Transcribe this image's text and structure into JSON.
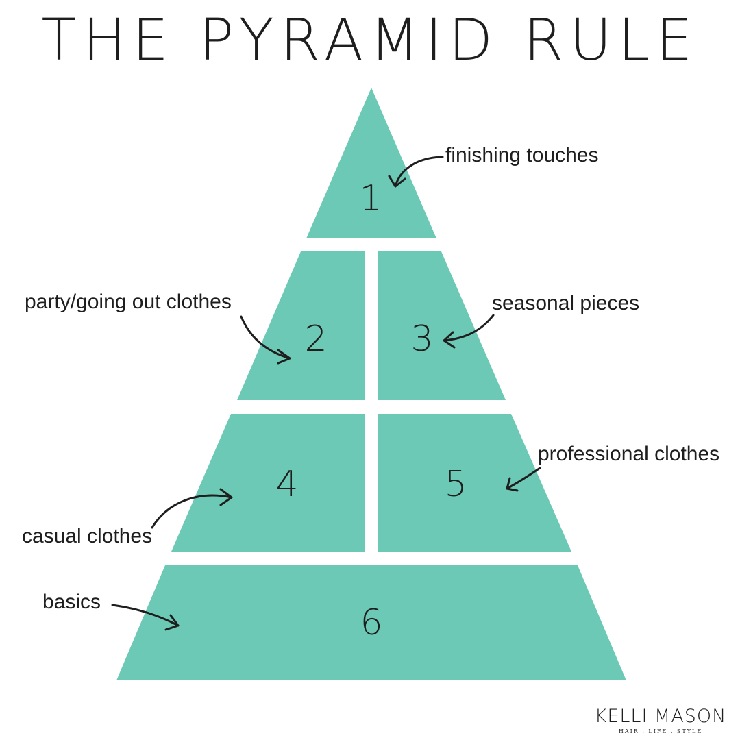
{
  "title": "THE PYRAMID RULE",
  "colors": {
    "segment_fill": "#6cc9b5",
    "text": "#1e1e1e",
    "background": "#ffffff"
  },
  "segments": [
    {
      "number": "1",
      "label": "finishing touches"
    },
    {
      "number": "2",
      "label": "party/going out clothes"
    },
    {
      "number": "3",
      "label": "seasonal pieces"
    },
    {
      "number": "4",
      "label": "casual clothes"
    },
    {
      "number": "5",
      "label": "professional clothes"
    },
    {
      "number": "6",
      "label": "basics"
    }
  ],
  "brand": {
    "name": "KELLI MASON",
    "tagline": "HAIR . LIFE . STYLE"
  }
}
